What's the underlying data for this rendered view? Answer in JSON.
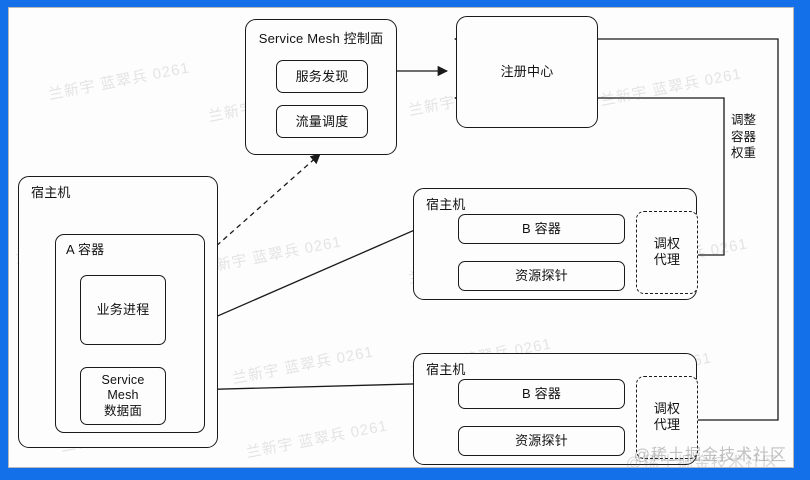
{
  "meta": {
    "accent_color": "#1470e8",
    "paper_color": "#fdfdfd",
    "stroke_color": "#1a1a1a",
    "watermark_text": "兰新宇 蓝翠兵 0261",
    "brand_watermark": "@稀土掘金技术社区"
  },
  "control_plane": {
    "title": "Service Mesh 控制面",
    "items": [
      {
        "label": "服务发现"
      },
      {
        "label": "流量调度"
      }
    ]
  },
  "registry": {
    "label": "注册中心"
  },
  "host_left": {
    "title": "宿主机",
    "container": {
      "title": "A 容器",
      "process_label": "业务进程",
      "sidecar_label": "Service\nMesh\n数据面"
    }
  },
  "hosts_right": [
    {
      "title": "宿主机",
      "container_label": "B 容器",
      "probe_label": "资源探针",
      "agent_label": "调权\n代理"
    },
    {
      "title": "宿主机",
      "container_label": "B 容器",
      "probe_label": "资源探针",
      "agent_label": "调权\n代理"
    }
  ],
  "annotations": {
    "adjust_weight": "调整\n容器\n权重"
  }
}
